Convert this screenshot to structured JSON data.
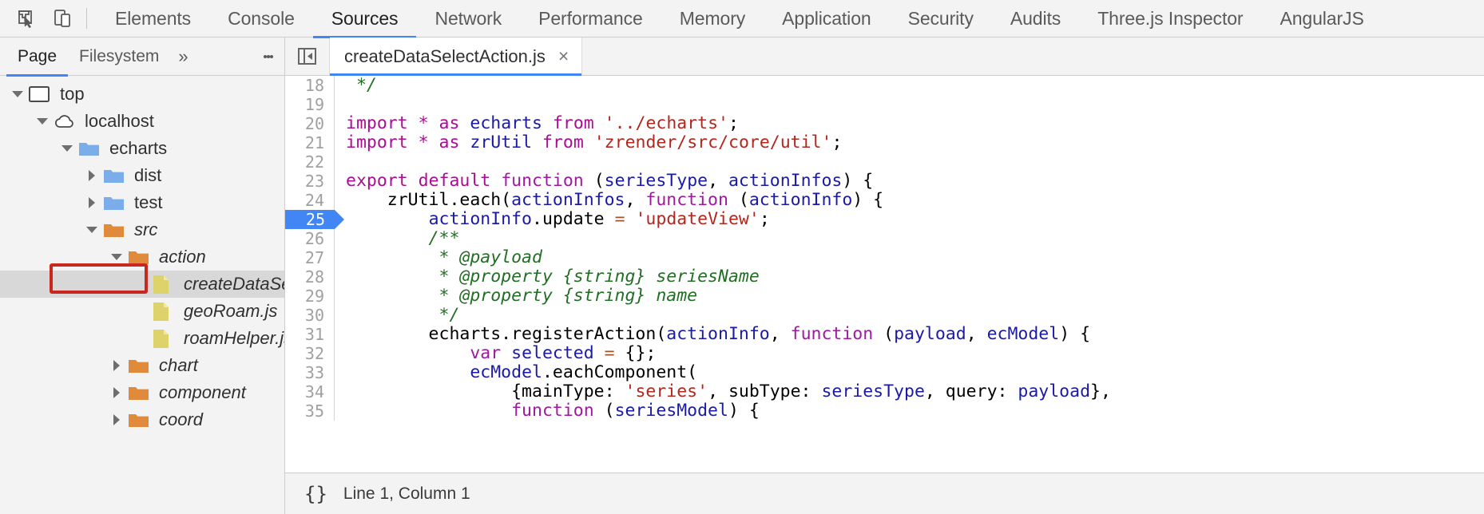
{
  "toolbar": {
    "inspect_icon": "inspect-cursor-icon",
    "device_icon": "device-toolbar-icon",
    "tabs": [
      {
        "label": "Elements",
        "selected": false
      },
      {
        "label": "Console",
        "selected": false
      },
      {
        "label": "Sources",
        "selected": true
      },
      {
        "label": "Network",
        "selected": false
      },
      {
        "label": "Performance",
        "selected": false
      },
      {
        "label": "Memory",
        "selected": false
      },
      {
        "label": "Application",
        "selected": false
      },
      {
        "label": "Security",
        "selected": false
      },
      {
        "label": "Audits",
        "selected": false
      },
      {
        "label": "Three.js Inspector",
        "selected": false
      },
      {
        "label": "AngularJS",
        "selected": false
      }
    ]
  },
  "navigator": {
    "tabs": [
      {
        "label": "Page",
        "selected": true
      },
      {
        "label": "Filesystem",
        "selected": false
      }
    ],
    "more_label": "»",
    "menu_icon": "more-options-icon",
    "tree": [
      {
        "label": "top",
        "depth": 0,
        "twisty": "open",
        "icon": "frame-icon",
        "italic": false,
        "selected": false
      },
      {
        "label": "localhost",
        "depth": 1,
        "twisty": "open",
        "icon": "cloud-icon",
        "italic": false,
        "selected": false
      },
      {
        "label": "echarts",
        "depth": 2,
        "twisty": "open",
        "icon": "folder-blue-icon",
        "italic": false,
        "selected": false
      },
      {
        "label": "dist",
        "depth": 3,
        "twisty": "closed",
        "icon": "folder-blue-icon",
        "italic": false,
        "selected": false
      },
      {
        "label": "test",
        "depth": 3,
        "twisty": "closed",
        "icon": "folder-blue-icon",
        "italic": false,
        "selected": false
      },
      {
        "label": "src",
        "depth": 3,
        "twisty": "open",
        "icon": "folder-orange-icon",
        "italic": true,
        "selected": false,
        "annotated": true
      },
      {
        "label": "action",
        "depth": 4,
        "twisty": "open",
        "icon": "folder-orange-icon",
        "italic": true,
        "selected": false
      },
      {
        "label": "createDataSelectAction.js",
        "depth": 5,
        "twisty": "none",
        "icon": "file-js-icon",
        "italic": true,
        "selected": true
      },
      {
        "label": "geoRoam.js",
        "depth": 5,
        "twisty": "none",
        "icon": "file-js-icon",
        "italic": true,
        "selected": false
      },
      {
        "label": "roamHelper.js",
        "depth": 5,
        "twisty": "none",
        "icon": "file-js-icon",
        "italic": true,
        "selected": false
      },
      {
        "label": "chart",
        "depth": 4,
        "twisty": "closed",
        "icon": "folder-orange-icon",
        "italic": true,
        "selected": false
      },
      {
        "label": "component",
        "depth": 4,
        "twisty": "closed",
        "icon": "folder-orange-icon",
        "italic": true,
        "selected": false
      },
      {
        "label": "coord",
        "depth": 4,
        "twisty": "closed",
        "icon": "folder-orange-icon",
        "italic": true,
        "selected": false
      }
    ]
  },
  "editor": {
    "sidebar_toggle_icon": "show-navigator-icon",
    "tab_title": "createDataSelectAction.js",
    "close_label": "×",
    "breakpoint_line": 25,
    "lines": [
      {
        "n": 18,
        "tokens": [
          {
            "t": " */",
            "c": "cmt"
          }
        ]
      },
      {
        "n": 19,
        "tokens": []
      },
      {
        "n": 20,
        "tokens": [
          {
            "t": "import",
            "c": "kw"
          },
          {
            "t": " ",
            "c": "pln"
          },
          {
            "t": "*",
            "c": "kw"
          },
          {
            "t": " ",
            "c": "pln"
          },
          {
            "t": "as",
            "c": "kw"
          },
          {
            "t": " ",
            "c": "pln"
          },
          {
            "t": "echarts",
            "c": "id"
          },
          {
            "t": " ",
            "c": "pln"
          },
          {
            "t": "from",
            "c": "kw"
          },
          {
            "t": " ",
            "c": "pln"
          },
          {
            "t": "'../echarts'",
            "c": "str"
          },
          {
            "t": ";",
            "c": "pln"
          }
        ]
      },
      {
        "n": 21,
        "tokens": [
          {
            "t": "import",
            "c": "kw"
          },
          {
            "t": " ",
            "c": "pln"
          },
          {
            "t": "*",
            "c": "kw"
          },
          {
            "t": " ",
            "c": "pln"
          },
          {
            "t": "as",
            "c": "kw"
          },
          {
            "t": " ",
            "c": "pln"
          },
          {
            "t": "zrUtil",
            "c": "id"
          },
          {
            "t": " ",
            "c": "pln"
          },
          {
            "t": "from",
            "c": "kw"
          },
          {
            "t": " ",
            "c": "pln"
          },
          {
            "t": "'zrender/src/core/util'",
            "c": "str"
          },
          {
            "t": ";",
            "c": "pln"
          }
        ]
      },
      {
        "n": 22,
        "tokens": []
      },
      {
        "n": 23,
        "tokens": [
          {
            "t": "export",
            "c": "kw"
          },
          {
            "t": " ",
            "c": "pln"
          },
          {
            "t": "default",
            "c": "kw"
          },
          {
            "t": " ",
            "c": "pln"
          },
          {
            "t": "function",
            "c": "kw2"
          },
          {
            "t": " (",
            "c": "pln"
          },
          {
            "t": "seriesType",
            "c": "id"
          },
          {
            "t": ", ",
            "c": "pln"
          },
          {
            "t": "actionInfos",
            "c": "id"
          },
          {
            "t": ") {",
            "c": "pln"
          }
        ]
      },
      {
        "n": 24,
        "tokens": [
          {
            "t": "    zrUtil.each(",
            "c": "pln"
          },
          {
            "t": "actionInfos",
            "c": "id"
          },
          {
            "t": ", ",
            "c": "pln"
          },
          {
            "t": "function",
            "c": "kw2"
          },
          {
            "t": " (",
            "c": "pln"
          },
          {
            "t": "actionInfo",
            "c": "id"
          },
          {
            "t": ") {",
            "c": "pln"
          }
        ]
      },
      {
        "n": 25,
        "tokens": [
          {
            "t": "        ",
            "c": "pln"
          },
          {
            "t": "actionInfo",
            "c": "id"
          },
          {
            "t": ".update ",
            "c": "pln"
          },
          {
            "t": "=",
            "c": "op"
          },
          {
            "t": " ",
            "c": "pln"
          },
          {
            "t": "'updateView'",
            "c": "str"
          },
          {
            "t": ";",
            "c": "pln"
          }
        ]
      },
      {
        "n": 26,
        "tokens": [
          {
            "t": "        /**",
            "c": "cmt"
          }
        ]
      },
      {
        "n": 27,
        "tokens": [
          {
            "t": "         * @payload",
            "c": "cmt"
          }
        ]
      },
      {
        "n": 28,
        "tokens": [
          {
            "t": "         * @property {string} seriesName",
            "c": "cmt"
          }
        ]
      },
      {
        "n": 29,
        "tokens": [
          {
            "t": "         * @property {string} name",
            "c": "cmt"
          }
        ]
      },
      {
        "n": 30,
        "tokens": [
          {
            "t": "         */",
            "c": "cmt"
          }
        ]
      },
      {
        "n": 31,
        "tokens": [
          {
            "t": "        echarts.registerAction(",
            "c": "pln"
          },
          {
            "t": "actionInfo",
            "c": "id"
          },
          {
            "t": ", ",
            "c": "pln"
          },
          {
            "t": "function",
            "c": "kw2"
          },
          {
            "t": " (",
            "c": "pln"
          },
          {
            "t": "payload",
            "c": "id"
          },
          {
            "t": ", ",
            "c": "pln"
          },
          {
            "t": "ecModel",
            "c": "id"
          },
          {
            "t": ") {",
            "c": "pln"
          }
        ]
      },
      {
        "n": 32,
        "tokens": [
          {
            "t": "            ",
            "c": "pln"
          },
          {
            "t": "var",
            "c": "kw2"
          },
          {
            "t": " ",
            "c": "pln"
          },
          {
            "t": "selected",
            "c": "id"
          },
          {
            "t": " ",
            "c": "pln"
          },
          {
            "t": "=",
            "c": "op"
          },
          {
            "t": " {};",
            "c": "pln"
          }
        ]
      },
      {
        "n": 33,
        "tokens": [
          {
            "t": "            ",
            "c": "pln"
          },
          {
            "t": "ecModel",
            "c": "id"
          },
          {
            "t": ".eachComponent(",
            "c": "pln"
          }
        ]
      },
      {
        "n": 34,
        "tokens": [
          {
            "t": "                {mainType: ",
            "c": "pln"
          },
          {
            "t": "'series'",
            "c": "str"
          },
          {
            "t": ", subType: ",
            "c": "pln"
          },
          {
            "t": "seriesType",
            "c": "id"
          },
          {
            "t": ", query: ",
            "c": "pln"
          },
          {
            "t": "payload",
            "c": "id"
          },
          {
            "t": "},",
            "c": "pln"
          }
        ]
      },
      {
        "n": 35,
        "tokens": [
          {
            "t": "                ",
            "c": "pln"
          },
          {
            "t": "function",
            "c": "kw2"
          },
          {
            "t": " (",
            "c": "pln"
          },
          {
            "t": "seriesModel",
            "c": "id"
          },
          {
            "t": ") {",
            "c": "pln"
          }
        ]
      }
    ]
  },
  "status": {
    "format_icon": "{}",
    "position_text": "Line 1, Column 1"
  },
  "colors": {
    "accent": "#4285f4",
    "annotation": "#c8281e",
    "folder_orange": "#e08a3c",
    "folder_blue": "#7badea",
    "file_yellow": "#ded26a"
  }
}
